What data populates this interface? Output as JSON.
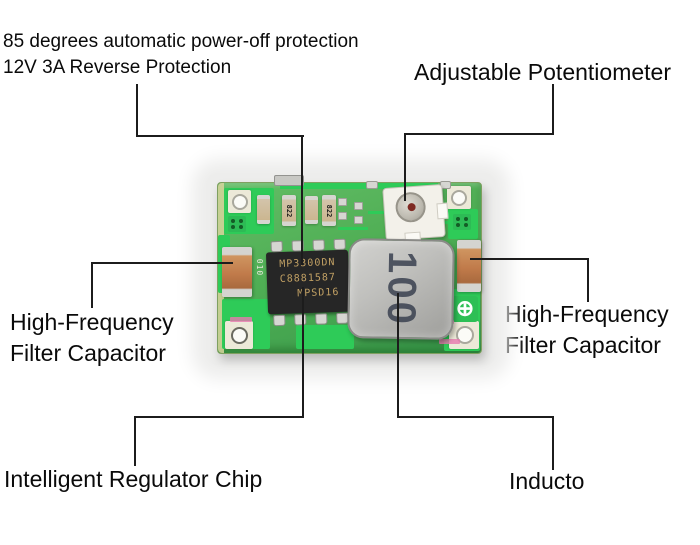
{
  "annotations": {
    "protection": {
      "line1": "85 degrees automatic power-off protection",
      "line2": "12V 3A Reverse Protection"
    },
    "potentiometer": {
      "label": "Adjustable Potentiometer"
    },
    "capacitor_left": {
      "line1": "High-Frequency",
      "line2": "Filter Capacitor"
    },
    "capacitor_right": {
      "line1": "High-Frequency",
      "line2": "Filter Capacitor"
    },
    "chip": {
      "label": "Intelligent Regulator Chip"
    },
    "inductor": {
      "label": "Inducto"
    }
  },
  "board": {
    "chip": {
      "marking_line1": "MP3300DN",
      "marking_line2": "C8881587",
      "marking_line3": "MPSD16"
    },
    "inductor": {
      "marking": "100"
    },
    "resistors": {
      "marking_a": "822",
      "marking_b": "822"
    },
    "silkscreen": {
      "vertical_marking": "010",
      "plus_symbol": "⊕"
    }
  },
  "colors": {
    "background": "#ffffff",
    "annotation_text": "#0a0a0a",
    "connector_line": "#1c1c1c",
    "pcb_green": "#4fae54",
    "pcb_green_dark": "#37984a",
    "pcb_bright_green": "#2ecb58",
    "chip_body": "#262626",
    "chip_text": "#c2a164",
    "inductor_body": "#c0c0bd",
    "inductor_text": "#3a4150",
    "capacitor_tan": "#c07a4a",
    "potentiometer_white": "#f3f1ea",
    "silver": "#d6d6d2",
    "silkscreen": "#ece9d8",
    "pink_marking": "#e878b0"
  }
}
